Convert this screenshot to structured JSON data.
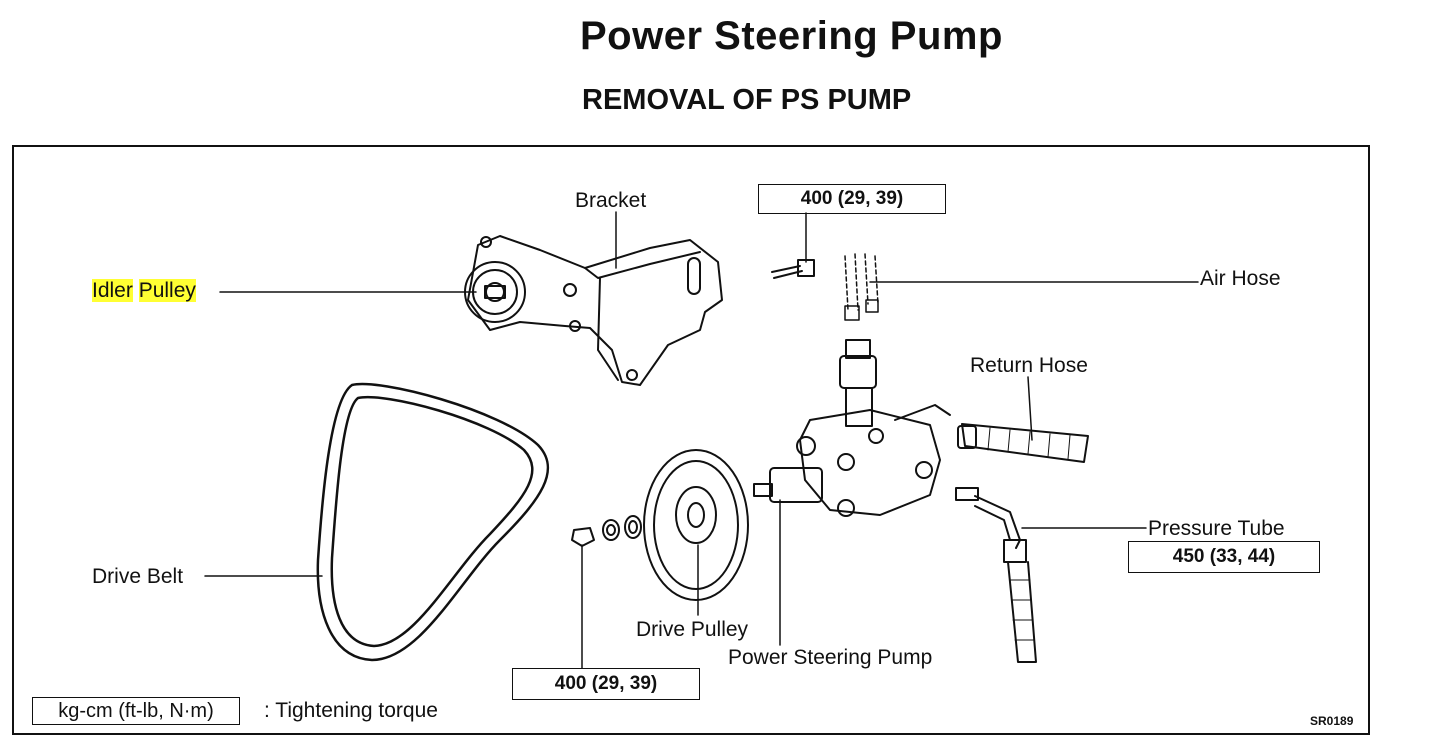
{
  "header": {
    "title": "Power Steering Pump",
    "subtitle": "REMOVAL OF PS PUMP"
  },
  "labels": {
    "bracket": "Bracket",
    "idler_word1": "Idler",
    "idler_word2": "Pulley",
    "air_hose": "Air Hose",
    "return_hose": "Return Hose",
    "pressure_tube": "Pressure Tube",
    "drive_belt": "Drive Belt",
    "drive_pulley": "Drive Pulley",
    "power_steering_pump": "Power Steering Pump"
  },
  "torque_specs": {
    "bolt_top": "400 (29,  39)",
    "pressure_tube": "450 (33,  44)",
    "nut_bottom": "400 (29,  39)"
  },
  "legend": {
    "unit_box": "kg-cm (ft-lb, N·m)",
    "description": ": Tightening torque"
  },
  "figure_code": "SR0189",
  "colors": {
    "highlight": "#ffff33",
    "ink": "#111111"
  }
}
